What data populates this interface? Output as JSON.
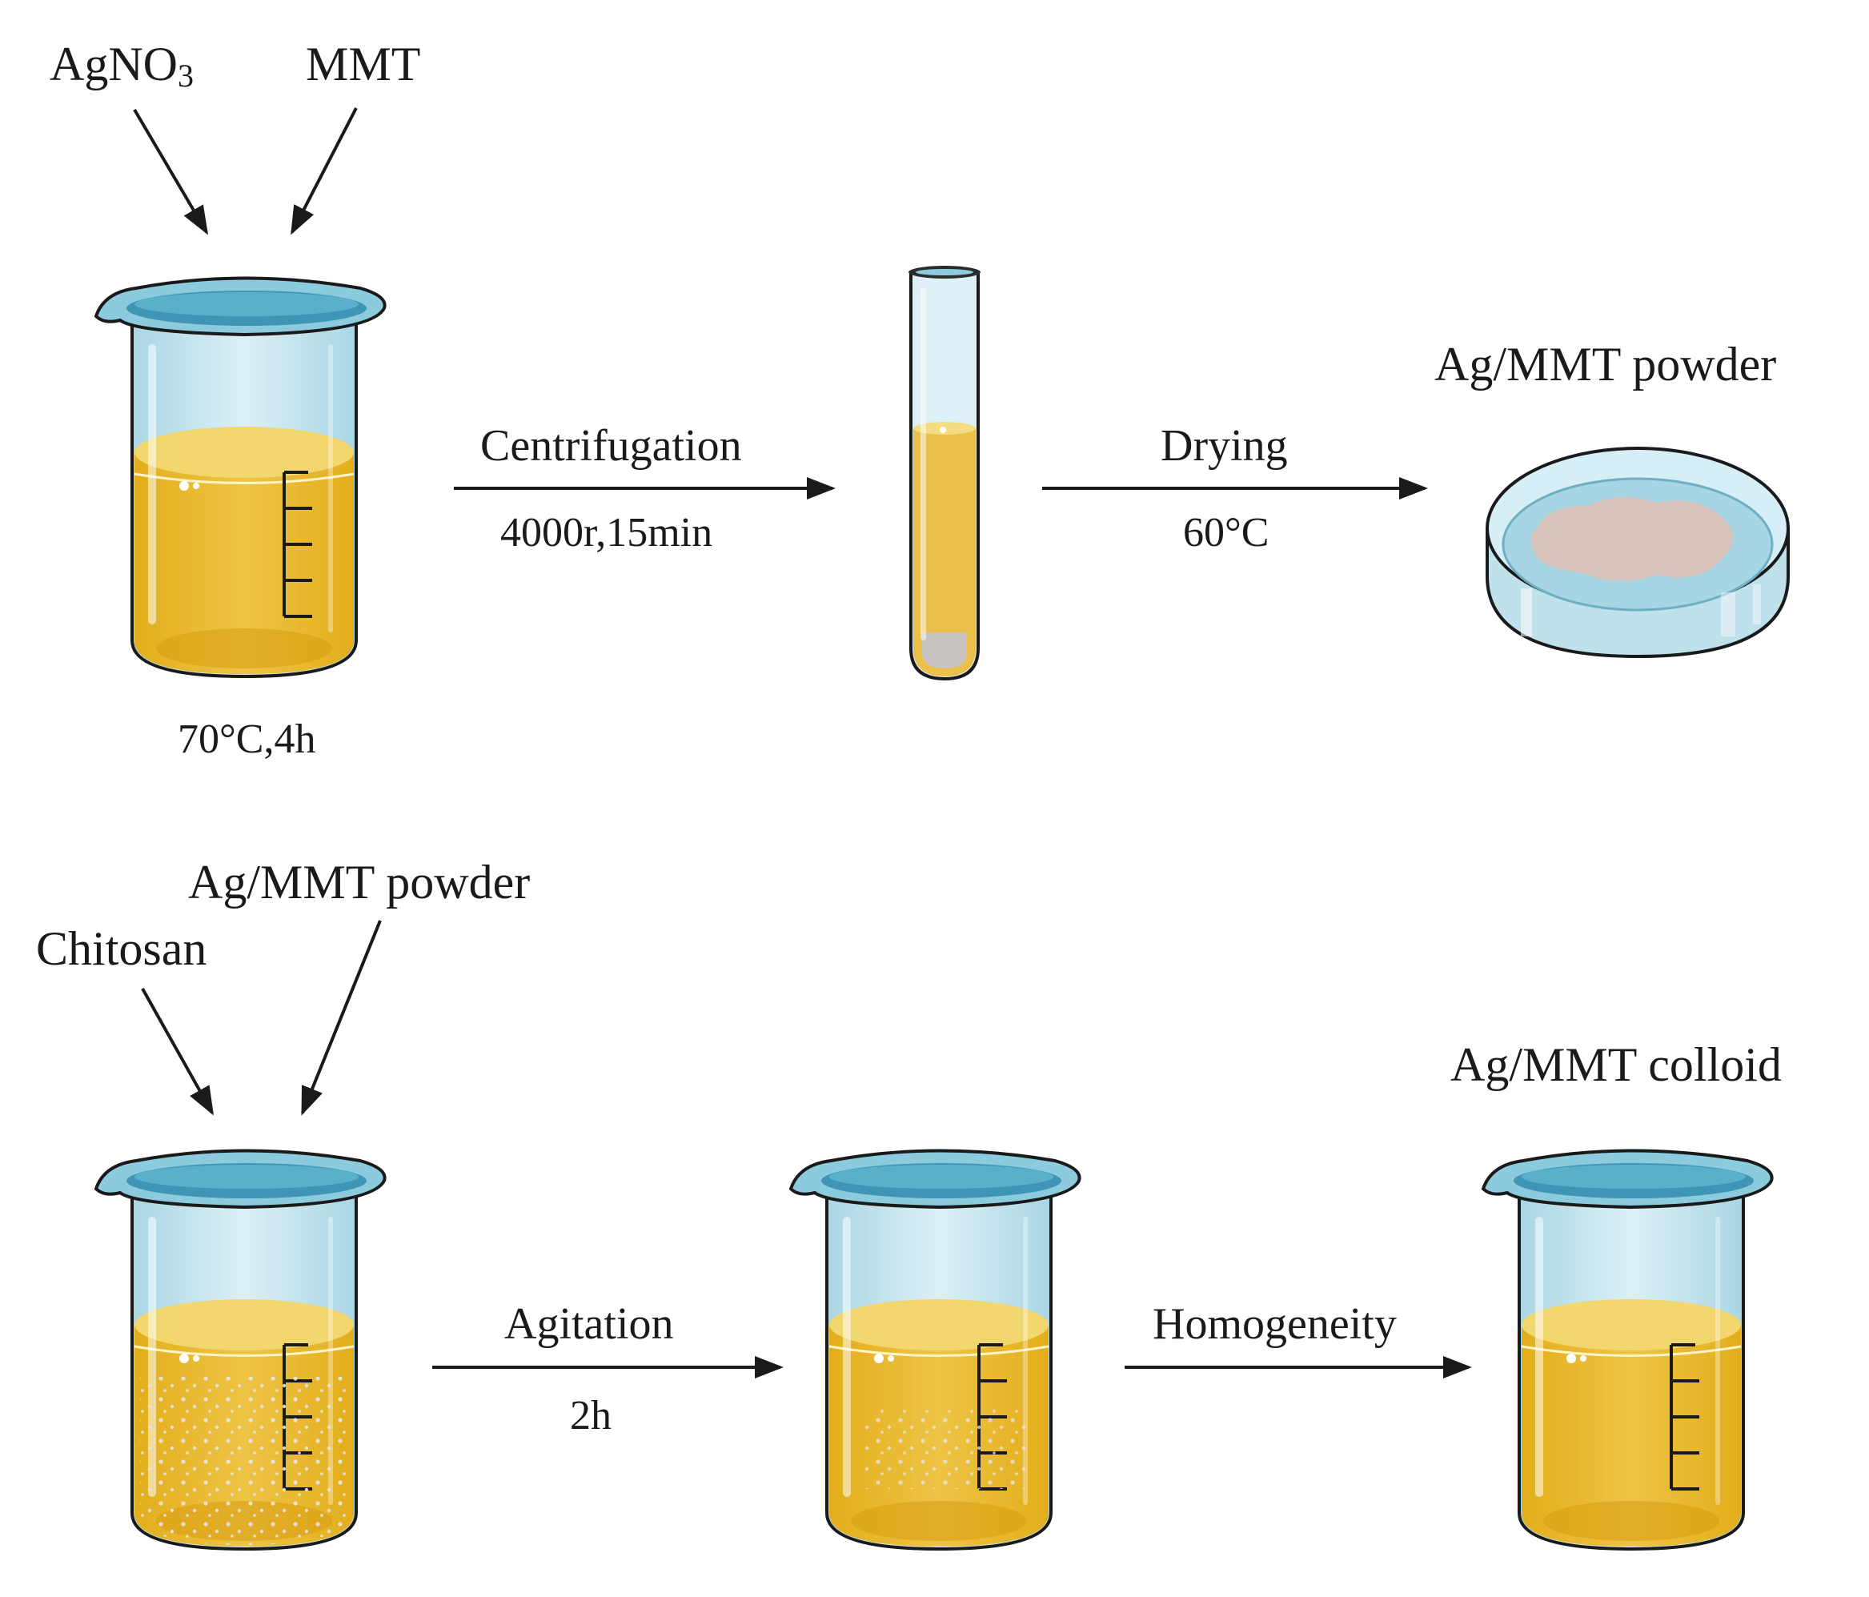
{
  "top_row": {
    "inputs": {
      "agno3_base": "AgNO",
      "agno3_sub": "3",
      "mmt": "MMT"
    },
    "beaker_condition": "70°C,4h",
    "step1": {
      "label": "Centrifugation",
      "param": "4000r,15min"
    },
    "step2": {
      "label": "Drying",
      "param": "60°C"
    },
    "product": "Ag/MMT powder"
  },
  "bottom_row": {
    "inputs": {
      "chitosan": "Chitosan",
      "powder": "Ag/MMT powder"
    },
    "step1": {
      "label": "Agitation",
      "param": "2h"
    },
    "step2": {
      "label": "Homogeneity"
    },
    "product": "Ag/MMT colloid"
  },
  "colors": {
    "liquid": "#E8B82E",
    "liquid_top": "#F0D36A",
    "glass": "#CFE9F1",
    "glass_rim": "#7FBFD3",
    "powder": "#D9C4BE",
    "arrow": "#1a1a1a"
  },
  "icons": [
    "beaker-icon",
    "test-tube-icon",
    "petri-dish-icon",
    "arrow-icon"
  ]
}
